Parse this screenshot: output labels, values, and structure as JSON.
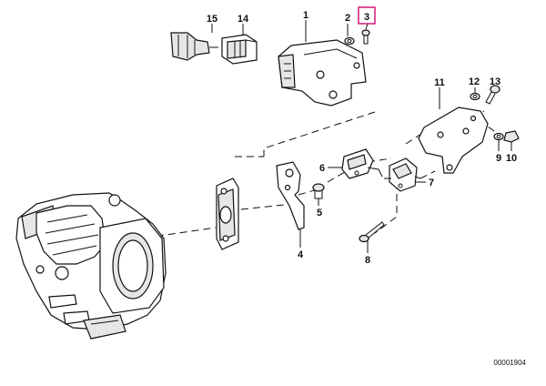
{
  "diagram": {
    "callouts": {
      "p1": "1",
      "p2": "2",
      "p3": "3",
      "p4": "4",
      "p5": "5",
      "p6": "6",
      "p7": "7",
      "p8": "8",
      "p9": "9",
      "p10": "10",
      "p11": "11",
      "p12": "12",
      "p13": "13",
      "p14": "14",
      "p15": "15"
    },
    "highlighted": "3",
    "highlight_color": "#d6187a",
    "drawing_code": "00001904"
  }
}
